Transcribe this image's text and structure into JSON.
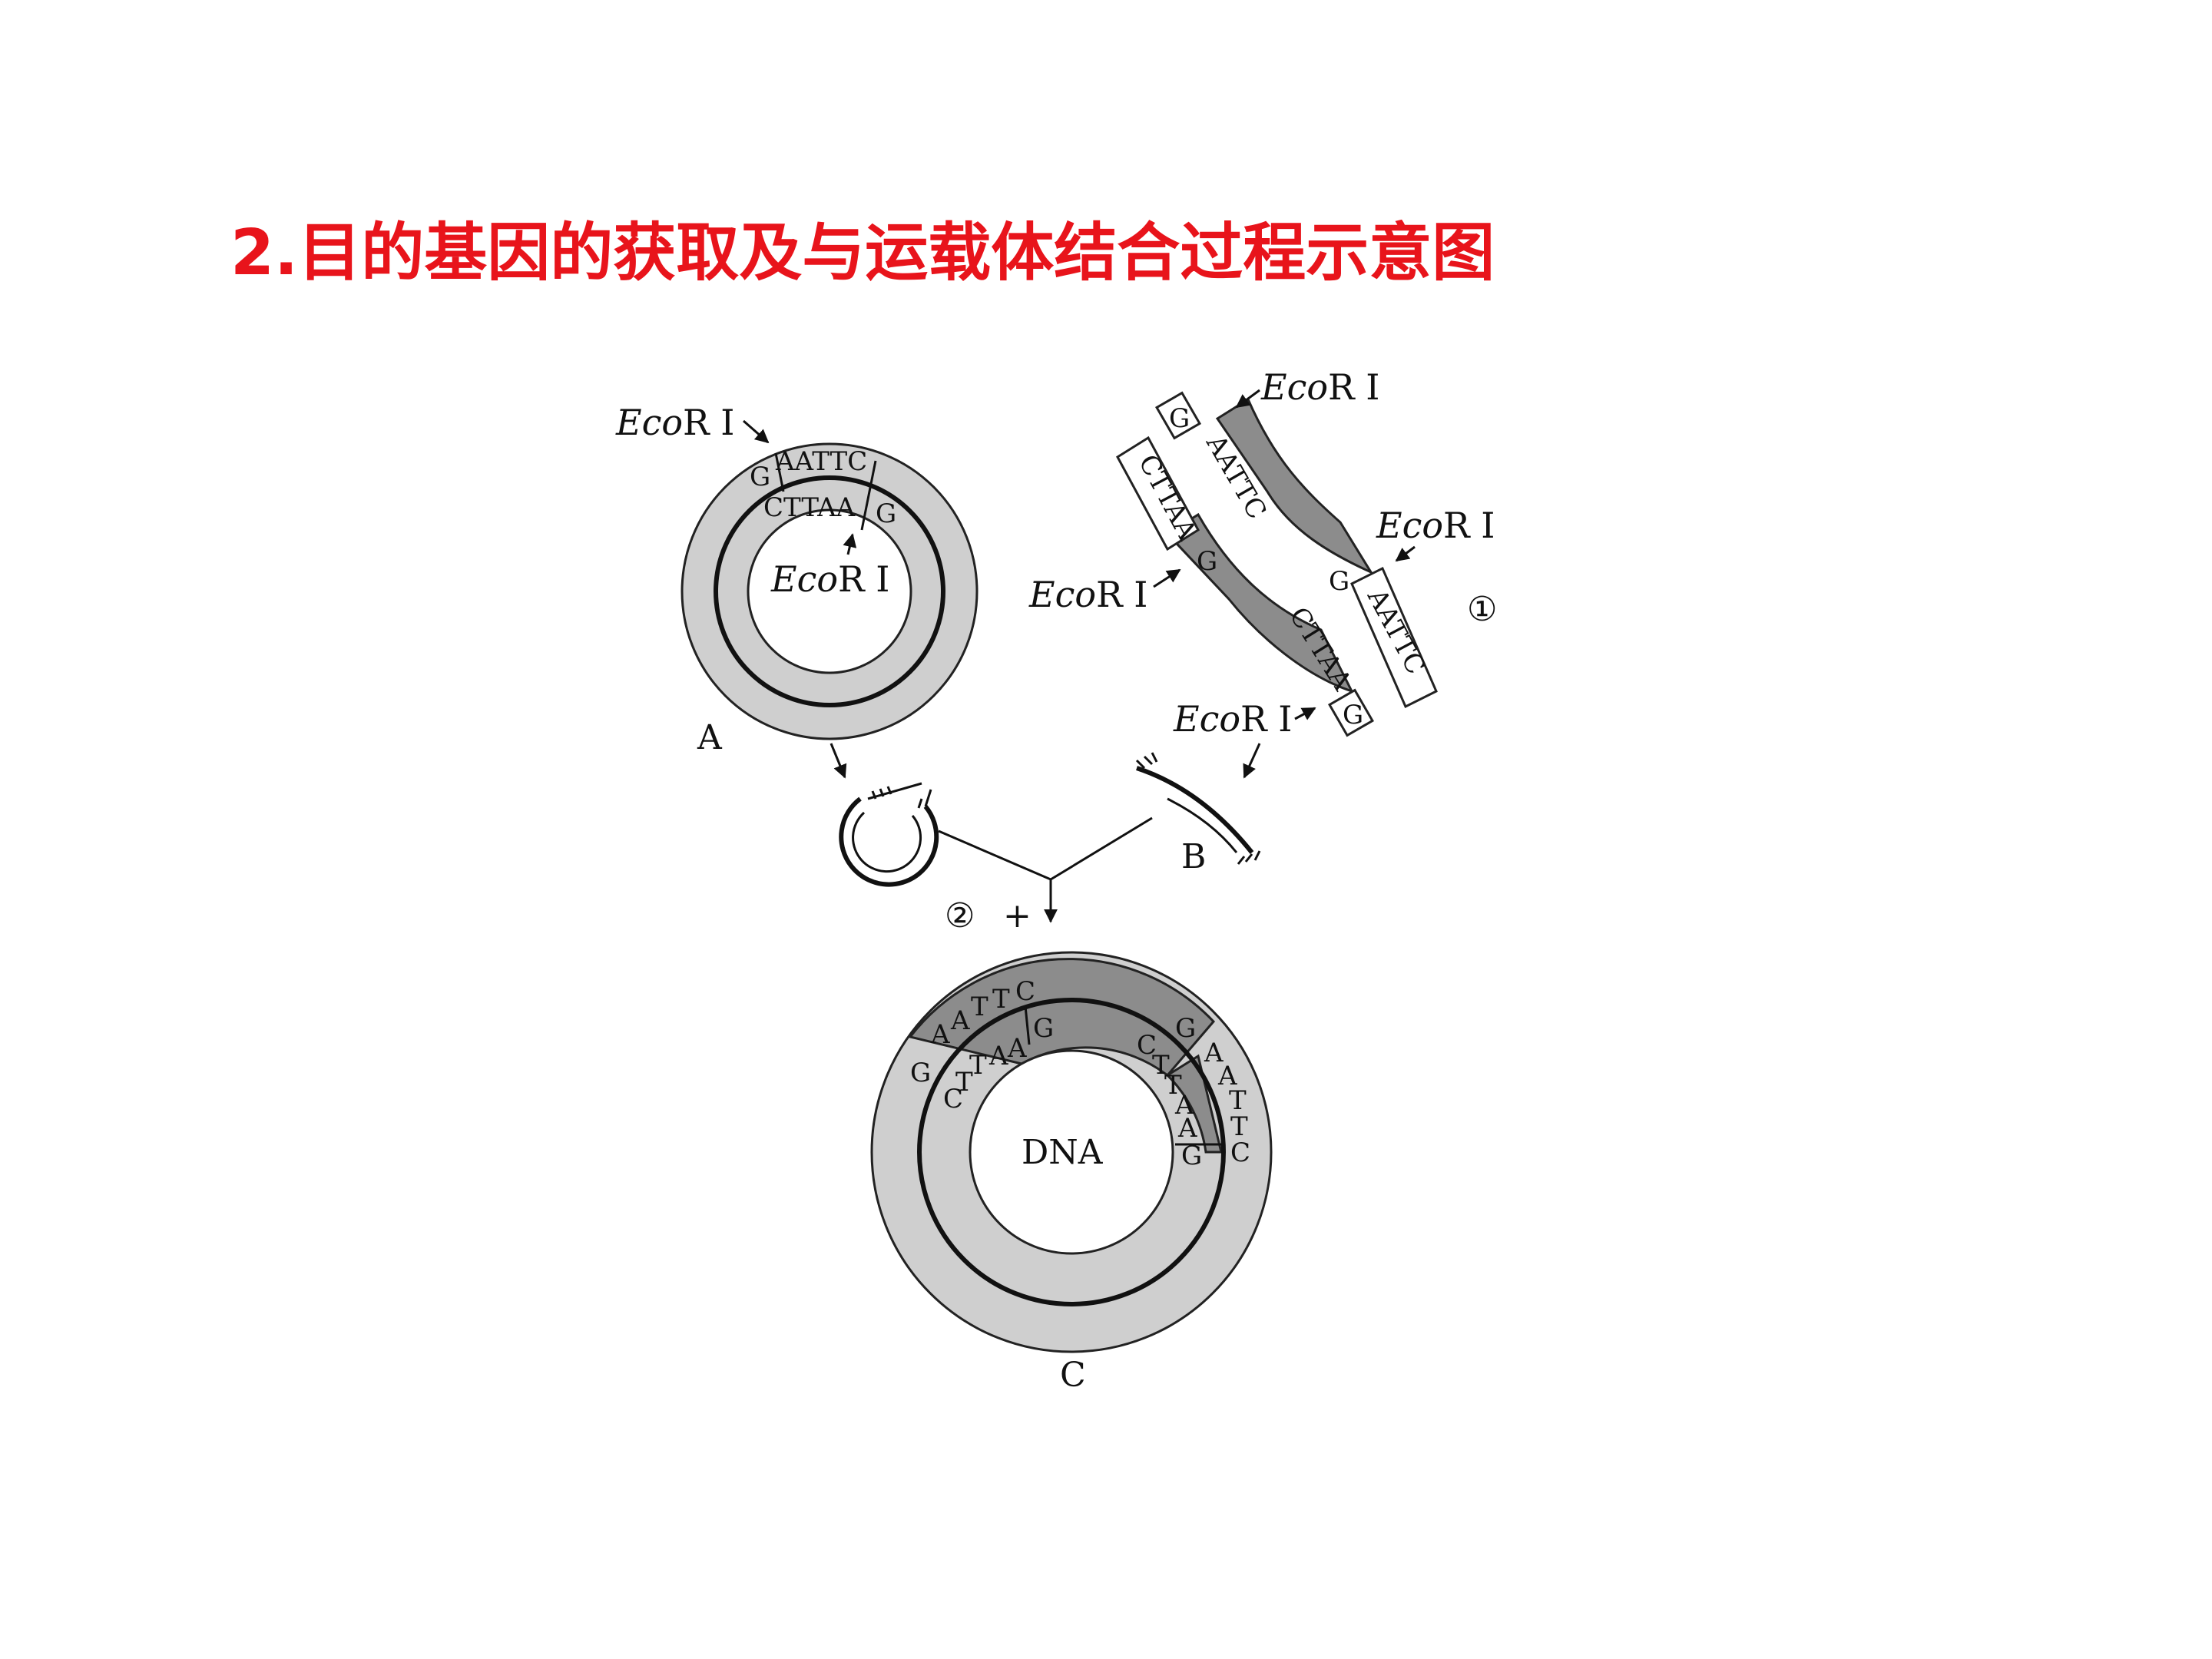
{
  "title": "2.目的基因的获取及与运载体结合过程示意图",
  "enzyme": {
    "italic": "Eco",
    "plain": "R I"
  },
  "bases": {
    "G": "G",
    "A": "A",
    "T": "T",
    "C": "C",
    "aattc": "AATTC",
    "cttaa": "CTTAA",
    "cttaa2": "CTTAA"
  },
  "labels": {
    "plasmid": "A",
    "fragment": "B",
    "recombinant": "C",
    "dna": "DNA",
    "step1": "①",
    "step2": "②",
    "plus": "+"
  }
}
